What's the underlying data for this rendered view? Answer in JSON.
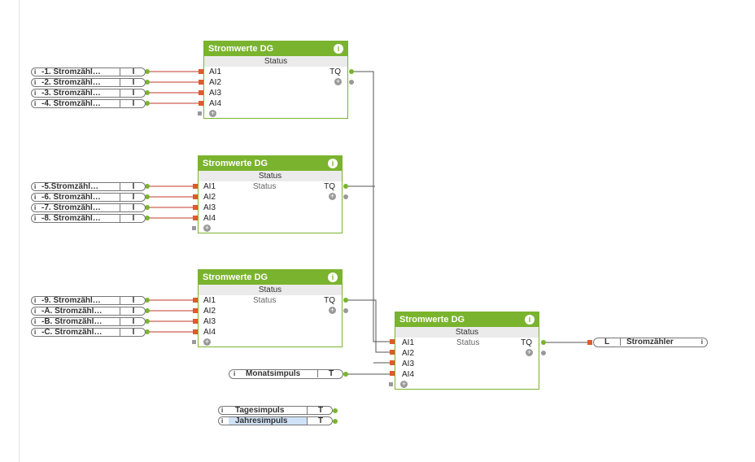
{
  "colors": {
    "block_green": "#7ab32e",
    "wire_red": "#c0392b",
    "wire_dark": "#555555",
    "highlight_blue": "#cfe2f7"
  },
  "blocks": [
    {
      "title": "Stromwerte DG",
      "status_label": "Status",
      "status_text": "",
      "inputs": [
        "AI1",
        "AI2",
        "AI3",
        "AI4"
      ],
      "output": "TQ"
    },
    {
      "title": "Stromwerte DG",
      "status_label": "Status",
      "status_text": "Status",
      "inputs": [
        "AI1",
        "AI2",
        "AI3",
        "AI4"
      ],
      "output": "TQ"
    },
    {
      "title": "Stromwerte DG",
      "status_label": "Status",
      "status_text": "Status",
      "inputs": [
        "AI1",
        "AI2",
        "AI3",
        "AI4"
      ],
      "output": "TQ"
    },
    {
      "title": "Stromwerte DG",
      "status_label": "Status",
      "status_text": "Status",
      "inputs": [
        "AI1",
        "AI2",
        "AI3",
        "AI4"
      ],
      "output": "TQ"
    }
  ],
  "inputs": [
    {
      "name": "-1. Stromzähl…",
      "type": "I"
    },
    {
      "name": "-2. Stromzähl…",
      "type": "I"
    },
    {
      "name": "-3. Stromzähl…",
      "type": "I"
    },
    {
      "name": "-4. Stromzähl…",
      "type": "I"
    },
    {
      "name": "-5.Stromzähl…",
      "type": "I"
    },
    {
      "name": "-6. Stromzähl…",
      "type": "I"
    },
    {
      "name": "-7. Stromzähl…",
      "type": "I"
    },
    {
      "name": "-8. Stromzähl…",
      "type": "I"
    },
    {
      "name": "-9. Stromzähl…",
      "type": "I"
    },
    {
      "name": "-A. Stromzähl…",
      "type": "I"
    },
    {
      "name": "-B. Stromzähl…",
      "type": "I"
    },
    {
      "name": "-C. Stromzähl…",
      "type": "I"
    }
  ],
  "monats": {
    "name": "Monatsimpuls",
    "type": "T"
  },
  "tages": {
    "name": "Tagesimpuls",
    "type": "T"
  },
  "jahres": {
    "name": "Jahresimpuls",
    "type": "T"
  },
  "output_ref": {
    "type": "L",
    "name": "Stromzähler"
  },
  "info_glyph": "i",
  "plus_glyph": "+"
}
